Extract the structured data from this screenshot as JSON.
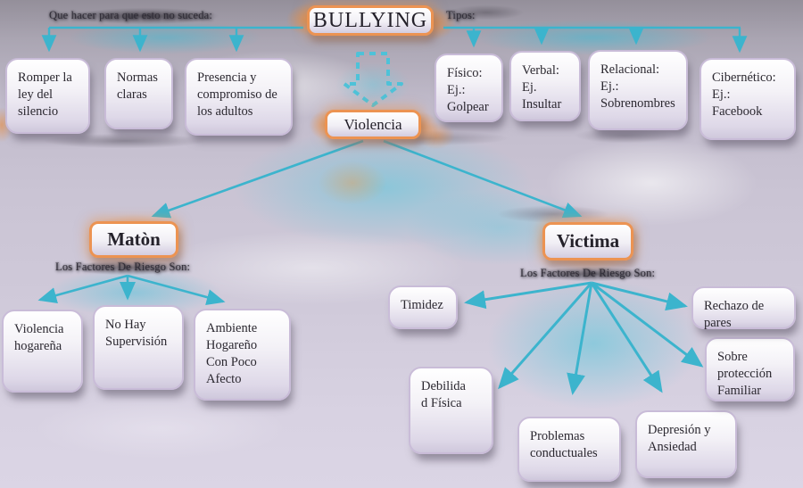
{
  "diagram": {
    "root": {
      "label": "BULLYING"
    },
    "violence": {
      "label": "Violencia"
    },
    "prevention": {
      "heading": "Que hacer para que esto no suceda:",
      "items": [
        "Romper la\nley del\nsilencio",
        "Normas\nclaras",
        "Presencia y\ncompromiso de\nlos adultos"
      ]
    },
    "types": {
      "heading": "Tipos:",
      "items": [
        "Físico:\nEj.:\nGolpear",
        "Verbal:\nEj.\nInsultar",
        "Relacional:\nEj.:\nSobrenombres",
        "Cibernético:\nEj.:\nFacebook"
      ]
    },
    "bully": {
      "label": "Matòn",
      "heading": "Los Factores De Riesgo Son:",
      "items": [
        "Violencia\nhogareña",
        "No Hay\nSupervisión",
        "Ambiente\nHogareño\nCon Poco\nAfecto"
      ]
    },
    "victim": {
      "label": "Victima",
      "heading": "Los Factores De Riesgo Son:",
      "items": [
        "Timidez",
        "Debilida\nd Física",
        "Problemas\nconductuales",
        "Depresión y\nAnsiedad",
        "Sobre\nprotección\nFamiliar",
        "Rechazo de\npares"
      ]
    },
    "colors": {
      "arrow": "#3cb4cd",
      "accent_border": "#ec9352",
      "node_border": "#c9bcd8",
      "text": "#2b2830"
    }
  }
}
